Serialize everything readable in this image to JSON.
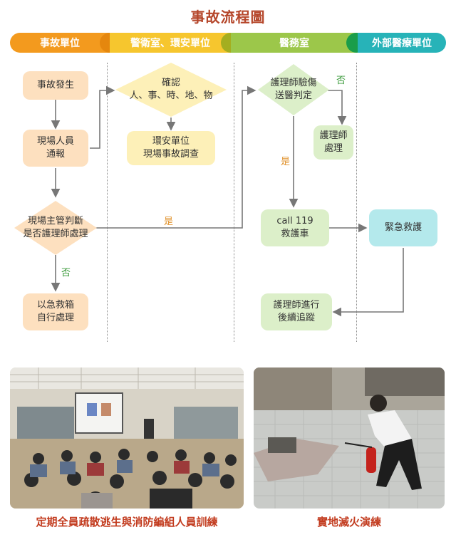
{
  "title": "事故流程圖",
  "lanes": [
    {
      "label": "事故單位",
      "color": "#f39a1e"
    },
    {
      "label": "警衛室、環安單位",
      "color": "#f6c62e"
    },
    {
      "label": "醫務室",
      "color": "#9cc74a"
    },
    {
      "label": "外部醫療單位",
      "color": "#27b3b8"
    }
  ],
  "nodes": {
    "accident": "事故發生",
    "report": "現場人員\n通報",
    "judge": "現場主管判斷\n是否護理師處理",
    "first_aid": "以急救箱\n自行處理",
    "confirm": "確認\n人、事、時、地、物",
    "investigate": "環安單位\n現場事故調查",
    "nurse_check": "護理師驗傷\n送醫判定",
    "nurse_treat": "護理師\n處理",
    "call": "call 119\n救護車",
    "emergency": "緊急救護",
    "followup": "護理師進行\n後續追蹤"
  },
  "edge_labels": {
    "yes_judge": "是",
    "no_judge": "否",
    "yes_nurse": "是",
    "no_nurse": "否"
  },
  "captions": {
    "left": "定期全員疏散逃生與消防編組人員訓練",
    "right": "實地滅火演練"
  }
}
